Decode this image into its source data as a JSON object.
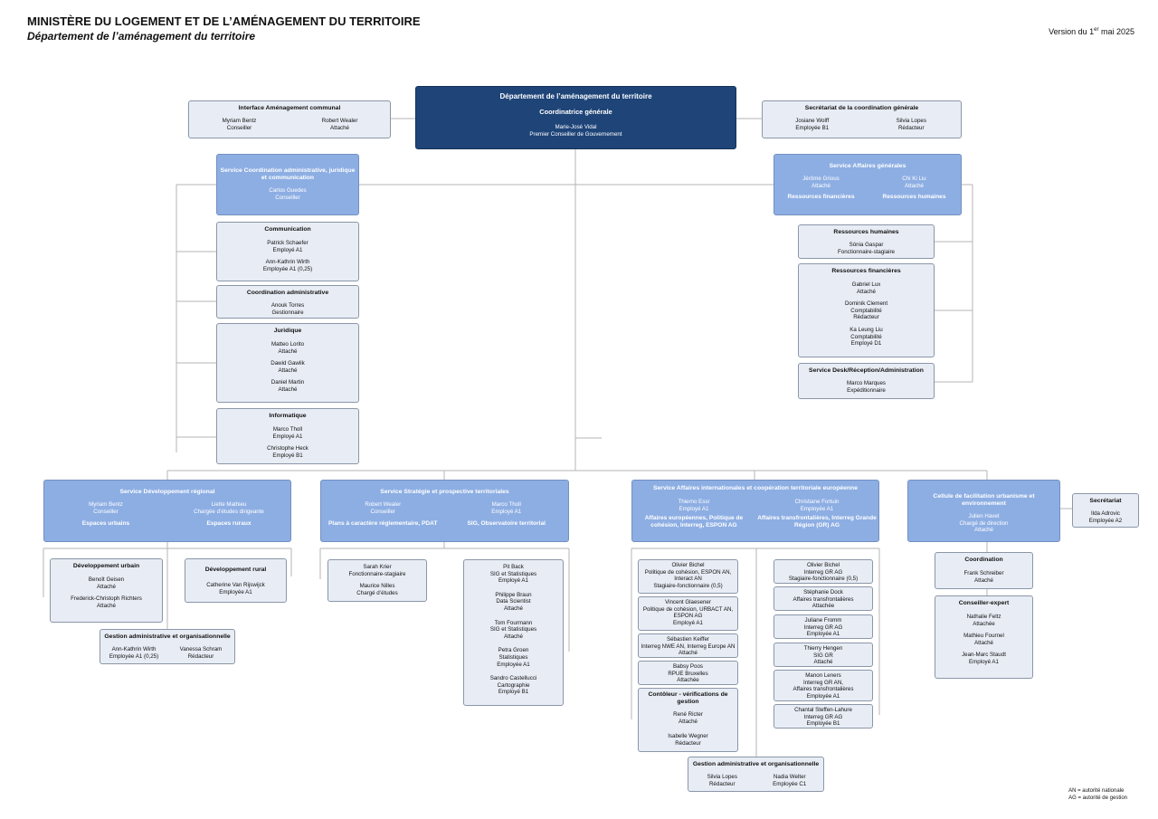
{
  "header": {
    "title": "MINISTÈRE DU LOGEMENT ET DE L’AMÉNAGEMENT DU TERRITOIRE",
    "subtitle": "Département de l’aménagement du territoire",
    "version_prefix": "Version du 1",
    "version_sup": "er",
    "version_suffix": " mai 2025"
  },
  "legend": [
    "AN = autorité nationale",
    "AG = autorité de gestion"
  ],
  "nodes": {
    "dept": {
      "title": "Département de l’aménagement du territoire",
      "subtitle": "Coordinatrice générale",
      "people": [
        [
          "Marie-José Vidal",
          "Premier Conseiller de Gouvernement"
        ]
      ]
    },
    "interface": {
      "title": "Interface Aménagement communal",
      "pair": [
        [
          "Myriam Bentz",
          "Conseiller"
        ],
        [
          "Robert Wealer",
          "Attaché"
        ]
      ]
    },
    "secretariat_coord": {
      "title": "Secrétariat de la coordination générale",
      "pair": [
        [
          "Josiane Wolff",
          "Employée B1"
        ],
        [
          "Silvia Lopes",
          "Rédacteur"
        ]
      ]
    },
    "scajc": {
      "title": "Service Coordination administrative, juridique et communication",
      "people": [
        [
          "Carlos Guedes",
          "Conseiller"
        ]
      ]
    },
    "communication": {
      "title": "Communication",
      "people": [
        [
          "Patrick Schaefer",
          "Employé A1"
        ],
        [
          "Ann-Kathrin Wirth",
          "Employée A1 (0,25)"
        ]
      ]
    },
    "coord_admin": {
      "title": "Coordination administrative",
      "people": [
        [
          "Anouk Torres",
          "Gestionnaire"
        ]
      ]
    },
    "juridique": {
      "title": "Juridique",
      "people": [
        [
          "Matteo Lorito",
          "Attaché"
        ],
        [
          "Dawid Gawlik",
          "Attaché"
        ],
        [
          "Daniel Martin",
          "Attaché"
        ]
      ]
    },
    "informatique": {
      "title": "Informatique",
      "people": [
        [
          "Marco Tholl",
          "Employé A1"
        ],
        [
          "Christophe Heck",
          "Employé B1"
        ]
      ]
    },
    "sag": {
      "title": "Service Affaires générales",
      "pair": [
        [
          "Jérôme Grious",
          "Attaché"
        ],
        [
          "Chi Ki Liu",
          "Attaché"
        ]
      ],
      "subs": [
        "Ressources financières",
        "Ressources humaines"
      ]
    },
    "rh": {
      "title": "Ressources humaines",
      "people": [
        [
          "Sónia Gaspar",
          "Fonctionnaire-stagiaire"
        ]
      ]
    },
    "rf": {
      "title": "Ressources financières",
      "people": [
        [
          "Gabriel Lux",
          "Attaché"
        ],
        [
          "Dominik Clement",
          "Comptabilité",
          "Rédacteur"
        ],
        [
          "Ka Leung Liu",
          "Comptabilité",
          "Employé D1"
        ]
      ]
    },
    "servicedesk": {
      "title": "Service Desk/Réception/Administration",
      "people": [
        [
          "Marco Marques",
          "Expéditionnaire"
        ]
      ]
    },
    "sdr": {
      "title": "Service Développement régional",
      "pair": [
        [
          "Myriam Bentz",
          "Conseiller"
        ],
        [
          "Liette Mathieu",
          "Chargée d’études dirigeante"
        ]
      ],
      "subs": [
        "Espaces urbains",
        "Espaces ruraux"
      ]
    },
    "dev_urbain": {
      "title": "Développement urbain",
      "people": [
        [
          "Benoît Geisen",
          "Attaché"
        ],
        [
          "Frederick-Christoph Richters",
          "Attaché"
        ]
      ]
    },
    "dev_rural": {
      "title": "Développement rural",
      "people": [
        [
          "Catherine Van Rijswijck",
          "Employée A1"
        ]
      ]
    },
    "gao_sdr": {
      "title": "Gestion administrative et organisationnelle",
      "pair": [
        [
          "Ann-Kathrin Wirth",
          "Employée A1 (0,25)"
        ],
        [
          "Vanessa Schram",
          "Rédacteur"
        ]
      ]
    },
    "ssp": {
      "title": "Service Stratégie et prospective territoriales",
      "pair": [
        [
          "Robert Wealer",
          "Conseiller"
        ],
        [
          "Marco Tholl",
          "Employé A1"
        ]
      ],
      "subs": [
        "Plans à caractère réglementaire, PDAT",
        "SIG, Observatoire territorial"
      ]
    },
    "ssp_left": {
      "people": [
        [
          "Sarah Krier",
          "Fonctionnaire-stagiaire"
        ],
        [
          "Maurice Nilles",
          "Chargé d’études"
        ]
      ]
    },
    "ssp_right": {
      "people": [
        [
          "Pit Back",
          "SIG et Statistiques",
          "Employé A1"
        ],
        [
          "Philippe Braun",
          "Data Scientist",
          "Attaché"
        ],
        [
          "Tom Fourmann",
          "SIG et Statistiques",
          "Attaché"
        ],
        [
          "Petra Groen",
          "Statistiques",
          "Employée A1"
        ],
        [
          "Sandro Castellucci",
          "Cartographie",
          "Employé B1"
        ]
      ]
    },
    "saict": {
      "title": "Service Affaires internationales et coopération territoriale européenne",
      "pair": [
        [
          "Thierno Essr",
          "Employé A1"
        ],
        [
          "Christiane Fortuin",
          "Employée A1"
        ]
      ],
      "subs": [
        "Affaires européennes, Politique de cohésion, Interreg, ESPON AG",
        "Affaires transfrontalières, Interreg Grande Région (GR) AG"
      ]
    },
    "ae1": {
      "people": [
        [
          "Olivier Bichel",
          "Politique de cohésion, ESPON AN,",
          "Interact AN",
          "Stagiaire-fonctionnaire (0,5)"
        ]
      ]
    },
    "ae2": {
      "people": [
        [
          "Vincent Glaesener",
          "Politique de cohésion, URBACT AN,",
          "ESPON AG",
          "Employé A1"
        ]
      ]
    },
    "ae3": {
      "people": [
        [
          "Sébastien Keiffer",
          "Interreg NWE AN, Interreg Europe AN",
          "Attaché"
        ]
      ]
    },
    "ae4": {
      "people": [
        [
          "Babsy Poos",
          "RPUE Bruxelles",
          "Attachée"
        ]
      ]
    },
    "controleur": {
      "title": "Contôleur - vérifications de gestion",
      "people": [
        [
          "René Ricter",
          "Attaché"
        ],
        [
          "Isabelle Wegner",
          "Rédacteur"
        ]
      ]
    },
    "at1": {
      "people": [
        [
          "Olivier Bichel",
          "Interreg GR AG",
          "Stagiaire-fonctionnaire (0,5)"
        ]
      ]
    },
    "at2": {
      "people": [
        [
          "Stéphanie Dock",
          "Affaires transfrontalières",
          "Attachée"
        ]
      ]
    },
    "at3": {
      "people": [
        [
          "Juliane Fromm",
          "Interreg GR AG",
          "Employée A1"
        ]
      ]
    },
    "at4": {
      "people": [
        [
          "Thierry Hengen",
          "SIG GR",
          "Attaché"
        ]
      ]
    },
    "at5": {
      "people": [
        [
          "Manon Leners",
          "Interreg GR AN,",
          "Affaires transfrontalières",
          "Employée A1"
        ]
      ]
    },
    "at6": {
      "people": [
        [
          "Chantal Steffen-Lahure",
          "Interreg GR AG",
          "Employée B1"
        ]
      ]
    },
    "gao_saict": {
      "title": "Gestion administrative et organisationnelle",
      "pair": [
        [
          "Silvia Lopes",
          "Rédacteur"
        ],
        [
          "Nadia Welter",
          "Employée C1"
        ]
      ]
    },
    "cellule": {
      "title": "Cellule de facilitation urbanisme et environnement",
      "people": [
        [
          "Julien Havet",
          "Chargé de direction",
          "Attaché"
        ]
      ]
    },
    "secretariat_cell": {
      "title": "Secrétariat",
      "people": [
        [
          "Ilda Adrovic",
          "Employée A2"
        ]
      ]
    },
    "coordination": {
      "title": "Coordination",
      "people": [
        [
          "Frank Schreiber",
          "Attaché"
        ]
      ]
    },
    "conseiller_expert": {
      "title": "Conseiller-expert",
      "people": [
        [
          "Nathalie Feltz",
          "Attachée"
        ],
        [
          "Mathieu Fournel",
          "Attaché"
        ],
        [
          "Jean-Marc Staudt",
          "Employé A1"
        ]
      ]
    }
  }
}
